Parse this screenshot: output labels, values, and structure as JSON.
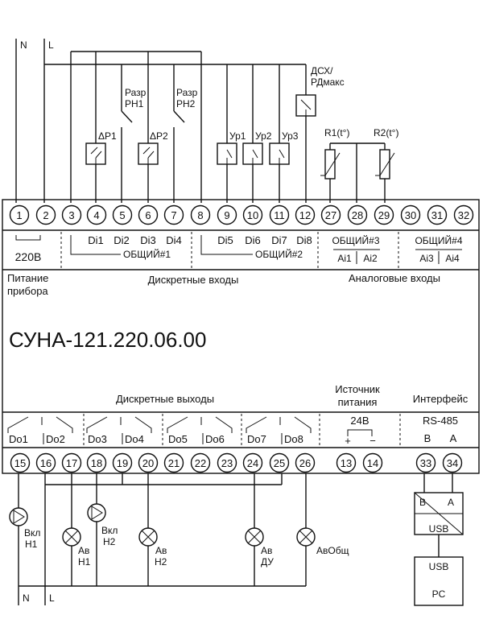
{
  "mains": {
    "n": "N",
    "l": "L"
  },
  "device": {
    "model": "СУНА-121.220.06.00",
    "top_terminals": [
      "1",
      "2",
      "3",
      "4",
      "5",
      "6",
      "7",
      "8",
      "9",
      "10",
      "11",
      "12",
      "27",
      "28",
      "29",
      "30",
      "31",
      "32"
    ],
    "bottom_terminals": [
      "15",
      "16",
      "17",
      "18",
      "19",
      "20",
      "21",
      "22",
      "23",
      "24",
      "25",
      "26",
      "13",
      "14",
      "33",
      "34"
    ],
    "supply_voltage": "220В",
    "inputs_group1": [
      "Di1",
      "Di2",
      "Di3",
      "Di4"
    ],
    "inputs_group2": [
      "Di5",
      "Di6",
      "Di7",
      "Di8"
    ],
    "common1": "ОБЩИЙ#1",
    "common2": "ОБЩИЙ#2",
    "common3": "ОБЩИЙ#3",
    "common4": "ОБЩИЙ#4",
    "analog_inputs": [
      "Ai1",
      "Ai2",
      "Ai3",
      "Ai4"
    ],
    "label_power_line1": "Питание",
    "label_power_line2": "прибора",
    "label_discrete_inputs": "Дискретные входы",
    "label_analog_inputs": "Аналоговые входы",
    "label_discrete_outputs": "Дискретные выходы",
    "label_source_line1": "Источник",
    "label_source_line2": "питания",
    "label_interface": "Интерфейс",
    "outputs": [
      "Do1",
      "Do2",
      "Do3",
      "Do4",
      "Do5",
      "Do6",
      "Do7",
      "Do8"
    ],
    "source_voltage": "24В",
    "plus": "+",
    "minus": "−",
    "rs485": "RS-485",
    "pin_b": "B",
    "pin_a": "A"
  },
  "sensors": {
    "dp1": "ΔР1",
    "dp2": "ΔР2",
    "razr1_l1": "Разр",
    "razr1_l2": "РН1",
    "razr2_l1": "Разр",
    "razr2_l2": "РН2",
    "ur1": "Ур1",
    "ur2": "Ур2",
    "ur3": "Ур3",
    "dsx_l1": "ДСХ/",
    "dsx_l2": "РДмакс",
    "r1": "R1(t°)",
    "r2": "R2(t°)"
  },
  "loads": {
    "vkl1_l1": "Вкл",
    "vkl1_l2": "Н1",
    "av1_l1": "Ав",
    "av1_l2": "Н1",
    "vkl2_l1": "Вкл",
    "vkl2_l2": "Н2",
    "av2_l1": "Ав",
    "av2_l2": "Н2",
    "avdu_l1": "Ав",
    "avdu_l2": "ДУ",
    "avobsh": "АвОбщ"
  },
  "converter": {
    "b": "B",
    "a": "A",
    "usb": "USB"
  },
  "pc": {
    "usb": "USB",
    "label": "PC"
  }
}
